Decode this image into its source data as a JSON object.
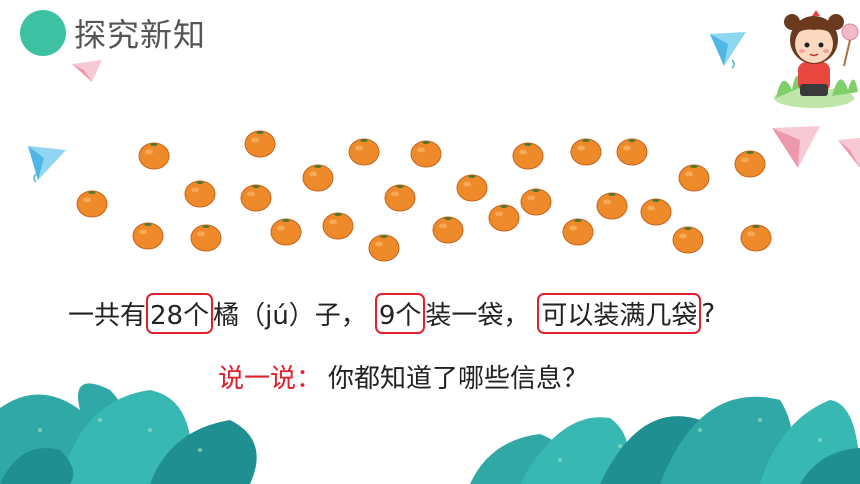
{
  "header": {
    "title": "探究新知"
  },
  "problem": {
    "part1": "一共有",
    "count": "28个",
    "part2": "橘（jú）子，",
    "per_bag": "9个",
    "part3": "装一袋，",
    "question": "可以装满几袋",
    "end": "?"
  },
  "prompt": {
    "label": "说一说：",
    "text": "你都知道了哪些信息？"
  },
  "colors": {
    "accent": "#3cc2a2",
    "highlight": "#e0202c",
    "orange": "#ef8a2b"
  }
}
